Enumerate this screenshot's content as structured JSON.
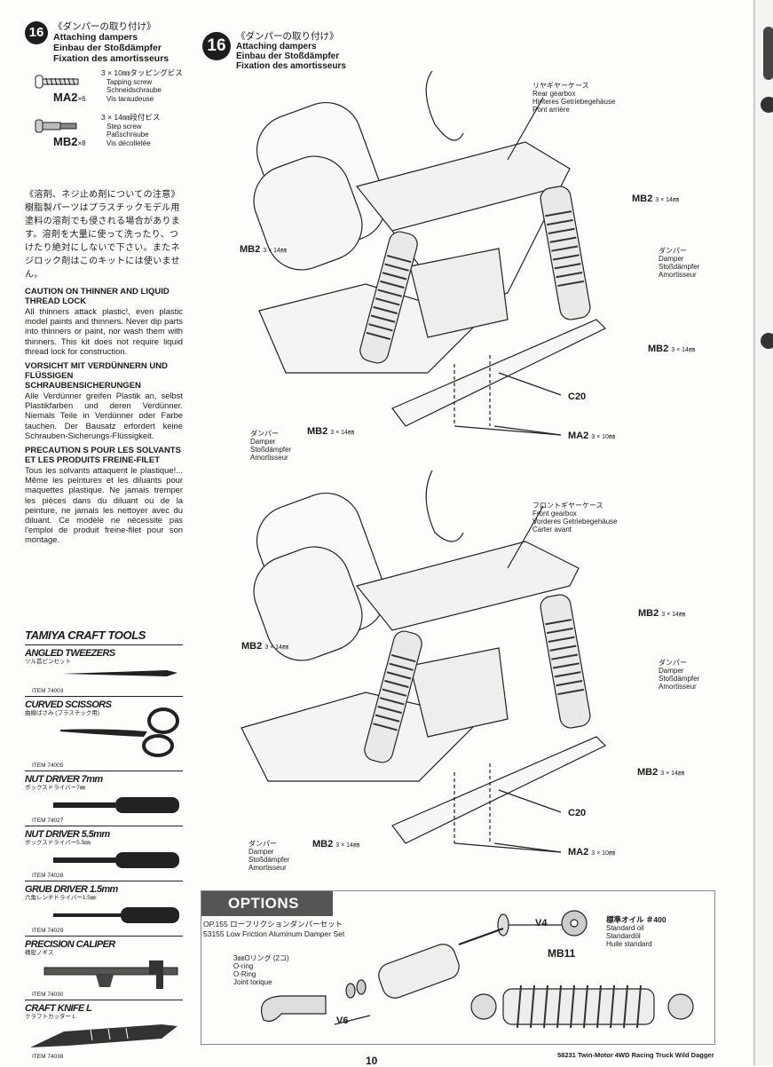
{
  "sidebar": {
    "step_number": "16",
    "title_jp": "《ダンパーの取り付け》",
    "title_en": "Attaching dampers",
    "title_de": "Einbau der Stoßdämpfer",
    "title_fr": "Fixation des amortisseurs",
    "screws": [
      {
        "code": "MA2",
        "qty": "×6",
        "size": "3 × 10㎜タッピングビス",
        "desc1": "Tapping screw",
        "desc2": "Schneidschraube",
        "desc3": "Vis taraudeuse"
      },
      {
        "code": "MB2",
        "qty": "×8",
        "size": "3 × 14㎜段付ビス",
        "desc1": "Step screw",
        "desc2": "Paßschraube",
        "desc3": "Vis décolletée"
      }
    ]
  },
  "warnings": {
    "jp_title": "《溶剤、ネジ止め剤についての注意》",
    "jp_body": "樹脂製パーツはプラスチックモデル用塗料の溶剤でも侵される場合があります。溶剤を大量に使って洗ったり、つけたり絶対にしないで下さい。またネジロック剤はこのキットには使いません。",
    "en_title": "CAUTION ON THINNER AND LIQUID THREAD LOCK",
    "en_body": "All thinners attack plastic!, even plastic model paints and thinners. Never dip parts into thinners or paint, nor wash them with thinners. This kit does not require liquid thread lock for construction.",
    "de_title": "VORSICHT MIT VERDÜNNERN UND FLÜSSIGEN SCHRAUBENSICHERUNGEN",
    "de_body": "Alle Verdünner greifen Plastik an, selbst Plastikfarben und deren Verdünner. Niemals Teile in Verdünner oder Farbe tauchen. Der Bausatz erfordert keine Schrauben-Sicherungs-Flüssigkeit.",
    "fr_title": "PRECAUTION S POUR LES SOLVANTS ET LES PRODUITS FREINE-FILET",
    "fr_body": "Tous les solvants attaquent le plastique!... Même les peintures et les diluants pour maquettes plastique. Ne jamais tremper les pièces dans du diluant ou de la peinture, ne jamais les nettoyer avec du diluant. Ce modèle ne nécessite pas l'emploi de produit freine-filet pour son montage."
  },
  "tools": {
    "title": "TAMIYA CRAFT TOOLS",
    "items": [
      {
        "name": "ANGLED TWEEZERS",
        "jp": "ツル首ピンセット",
        "item": "ITEM 74003"
      },
      {
        "name": "CURVED SCISSORS",
        "jp": "曲線ばさみ (プラスチック用)",
        "item": "ITEM 74005"
      },
      {
        "name": "NUT DRIVER 7mm",
        "jp": "ボックスドライバー7㎜",
        "item": "ITEM 74027"
      },
      {
        "name": "NUT DRIVER 5.5mm",
        "jp": "ボックスドライバー5.5㎜",
        "item": "ITEM 74028"
      },
      {
        "name": "GRUB DRIVER 1.5mm",
        "jp": "六角レンチドライバー1.5㎜",
        "item": "ITEM 74029"
      },
      {
        "name": "PRECISION CALIPER",
        "jp": "精密ノギス",
        "item": "ITEM 74030"
      },
      {
        "name": "CRAFT KNIFE L",
        "jp": "クラフトカッター L",
        "item": "ITEM 74038"
      }
    ]
  },
  "main": {
    "step_number": "16",
    "title_jp": "《ダンパーの取り付け》",
    "title_en": "Attaching dampers",
    "title_de": "Einbau der Stoßdämpfer",
    "title_fr": "Fixation des amortisseurs",
    "rear": {
      "gearbox_jp": "リヤギヤーケース",
      "gearbox_en": "Rear gearbox",
      "gearbox_de": "Hinteres Getriebegehäuse",
      "gearbox_fr": "Pont arrière"
    },
    "front": {
      "gearbox_jp": "フロントギヤーケース",
      "gearbox_en": "Front gearbox",
      "gearbox_de": "Vorderes Getriebegehäuse",
      "gearbox_fr": "Carter avant"
    },
    "damper_jp": "ダンパー",
    "damper_en": "Damper",
    "damper_de": "Stoßdämpfer",
    "damper_fr": "Amortisseur",
    "mb2": "MB2",
    "mb2_size": "3 × 14㎜",
    "ma2": "MA2",
    "ma2_size": "3 × 10㎜",
    "c20": "C20"
  },
  "options": {
    "badge": "OPTIONS",
    "line1": "OP.155 ローフリクションダンパーセット",
    "line2": "53155 Low Friction Aluminum Damper Set",
    "oring_jp": "3㎜Oリング (2コ)",
    "oring_en": "O-ring",
    "oring_de": "O-Ring",
    "oring_fr": "Joint torique",
    "v4": "V4",
    "v6": "V6",
    "mb11": "MB11",
    "oil_jp": "標準オイル ＃400",
    "oil_en": "Standard oil",
    "oil_de": "Standardöl",
    "oil_fr": "Huile standard"
  },
  "footer": {
    "page": "10",
    "model": "58231 Twin-Motor 4WD Racing Truck Wild Dagger"
  }
}
